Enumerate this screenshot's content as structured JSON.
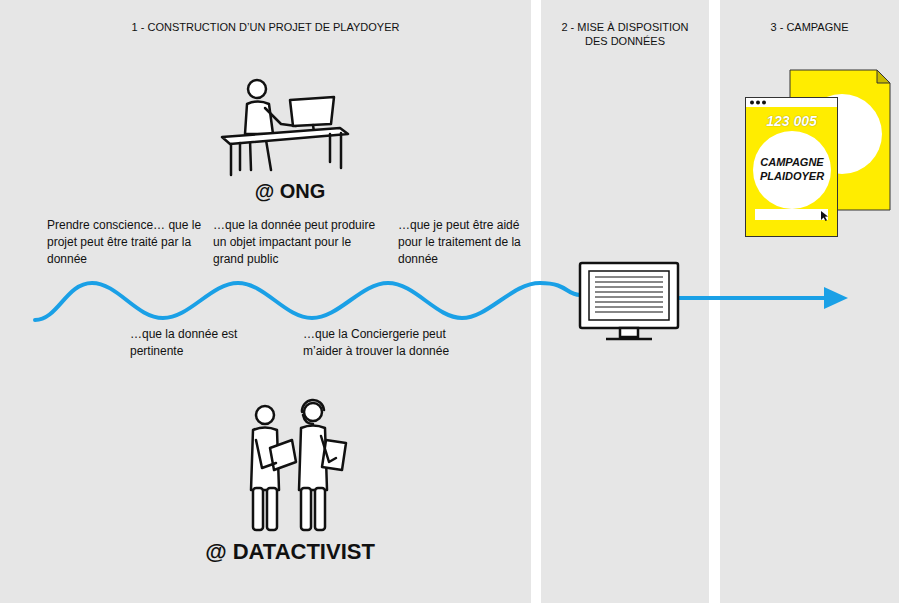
{
  "diagram": {
    "nodes": [
      {
        "text": [
          "1 - CONSTRUCTION D’UN PROJET DE PLAYDOYER"
        ]
      },
      {
        "text": [
          "2 - MISE À DISPOSITION DES DONNÉES"
        ]
      },
      {
        "text": [
          "3 - CAMPAGNE"
        ]
      },
      {
        "text": [
          "123 005",
          "CAMPAGNE PLAIDOYER"
        ],
        "in": 2
      }
    ],
    "labels": [
      "@ ONG",
      "Prendre conscience… que le projet peut être traité par la donnée",
      "…que la donnée peut produire un objet impactant pour le grand public",
      "…que je peut être aidé pour le traitement de la donnée",
      "…que la donnée est pertinente",
      "…que la Conciergerie peut m’aider à trouver la donnée",
      "@ DATACTIVIST"
    ]
  }
}
